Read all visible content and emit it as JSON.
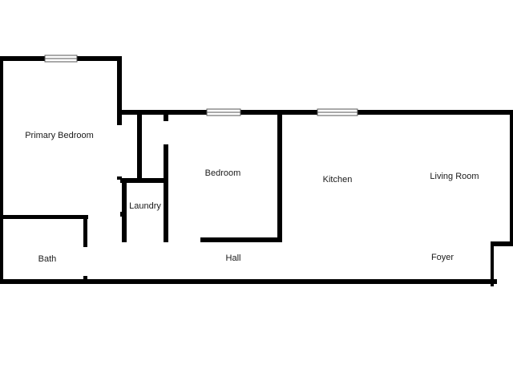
{
  "colors": {
    "wall": "#000000",
    "background": "#ffffff",
    "window_frame": "#555555",
    "label": "#1a1a1a"
  },
  "rooms": {
    "primary_bedroom": "Primary Bedroom",
    "bedroom": "Bedroom",
    "laundry": "Laundry",
    "kitchen": "Kitchen",
    "living_room": "Living Room",
    "bath": "Bath",
    "hall": "Hall",
    "foyer": "Foyer"
  }
}
